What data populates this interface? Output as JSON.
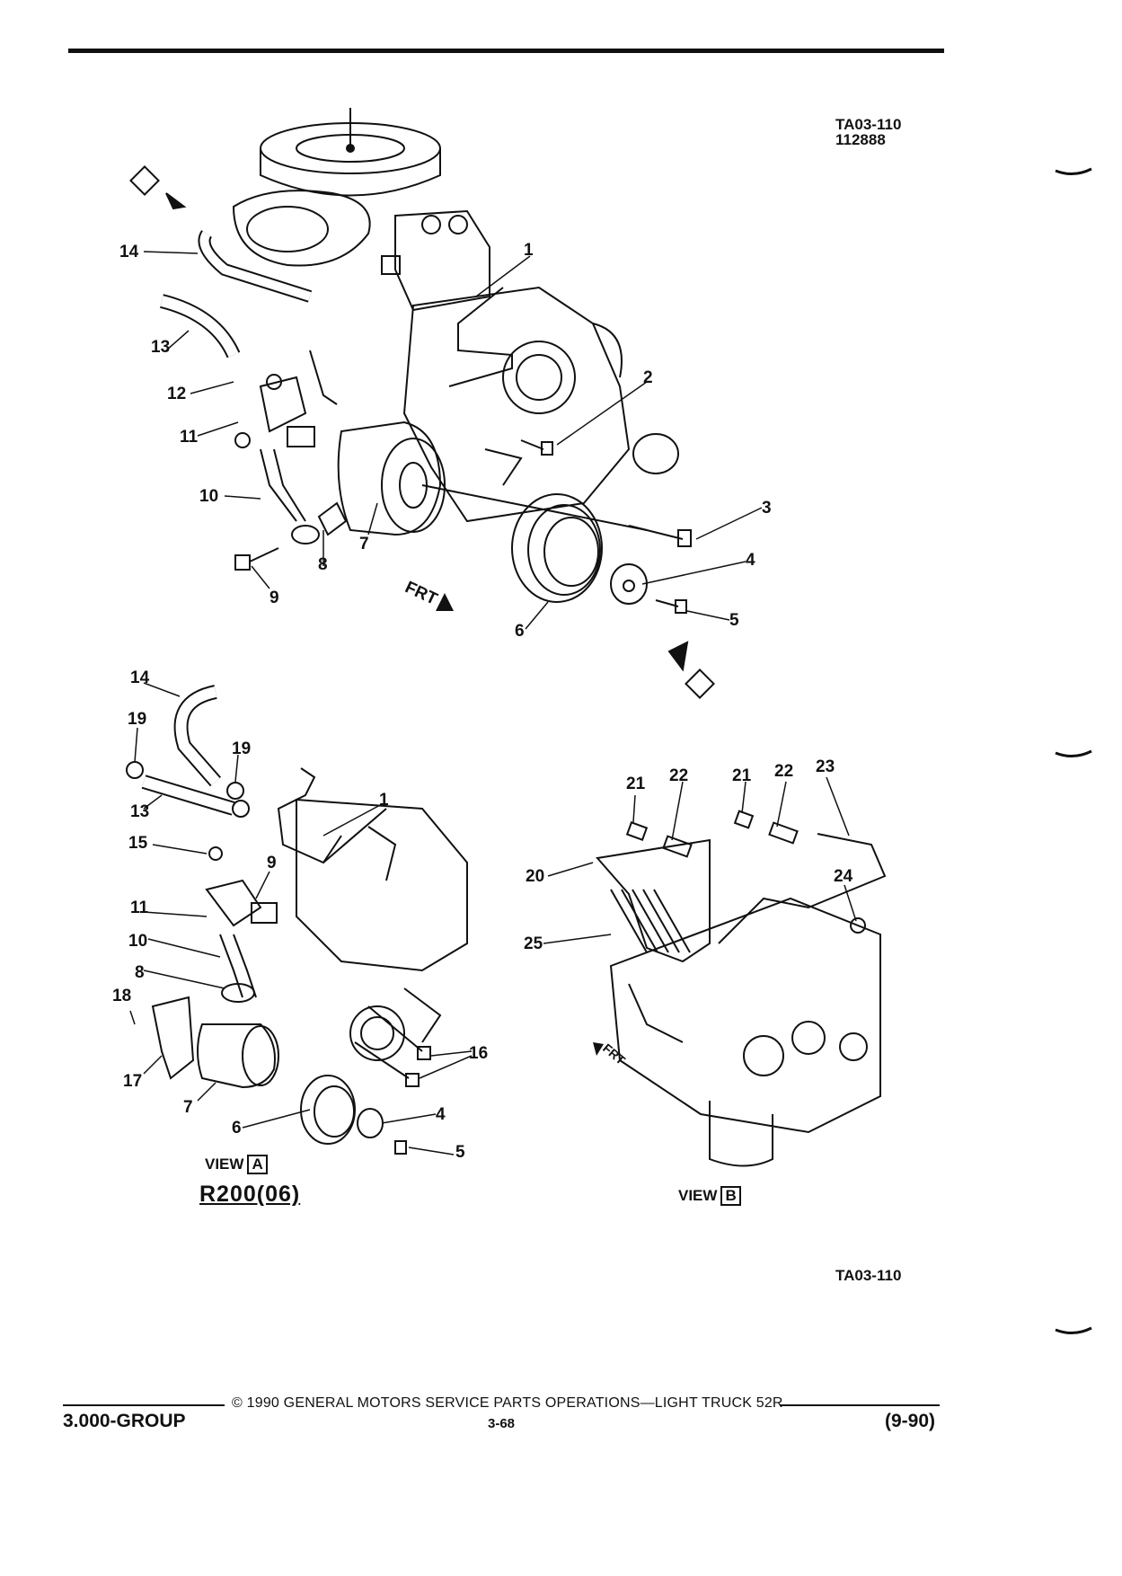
{
  "figure": {
    "id_top": "TA03-110",
    "part_code": "112888",
    "id_bottom": "TA03-110"
  },
  "views": {
    "a_label": "VIEW",
    "a_letter": "A",
    "b_label": "VIEW",
    "b_letter": "B",
    "model": "R200(06)"
  },
  "frt_labels": [
    "FRT",
    "FRT"
  ],
  "callouts": {
    "main": [
      "1",
      "2",
      "3",
      "4",
      "5",
      "6",
      "7",
      "8",
      "9",
      "10",
      "11",
      "12",
      "13",
      "14"
    ],
    "view_a": [
      "14",
      "19",
      "19",
      "13",
      "15",
      "1",
      "9",
      "11",
      "10",
      "8",
      "18",
      "17",
      "7",
      "6",
      "4",
      "5",
      "16"
    ],
    "view_b": [
      "21",
      "22",
      "21",
      "22",
      "23",
      "20",
      "24",
      "25"
    ]
  },
  "footer": {
    "group": "3.000-GROUP",
    "copyright": "© 1990 GENERAL MOTORS SERVICE PARTS OPERATIONS—LIGHT TRUCK 52R",
    "page": "3-68",
    "date": "(9-90)"
  }
}
